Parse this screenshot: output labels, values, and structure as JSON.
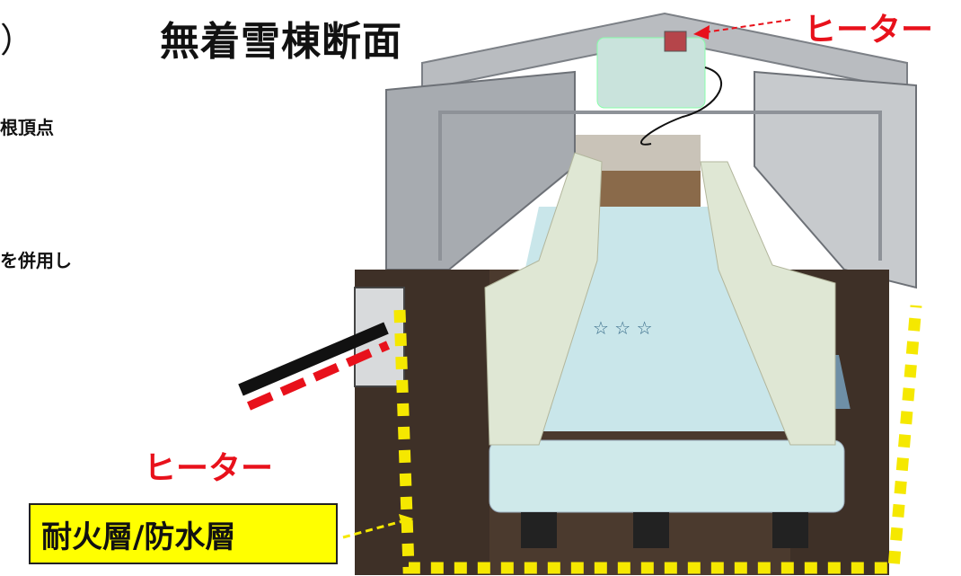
{
  "heading": {
    "open_paren": "）",
    "title": "無着雪棟断面"
  },
  "side_notes": {
    "line1": "根頂点",
    "line2": "を併用し"
  },
  "labels": {
    "heater_top": "ヒーター",
    "heater_left": "ヒーター",
    "layer_box": "耐火層/防水層"
  },
  "colors": {
    "label_red": "#e8111b",
    "highlight_yellow": "#ffff00",
    "dashed_yellow": "#f5e800"
  },
  "icons": {
    "top_arrow": "dashed-arrow-left-icon",
    "box_arrow": "dashed-arrow-right-icon"
  }
}
